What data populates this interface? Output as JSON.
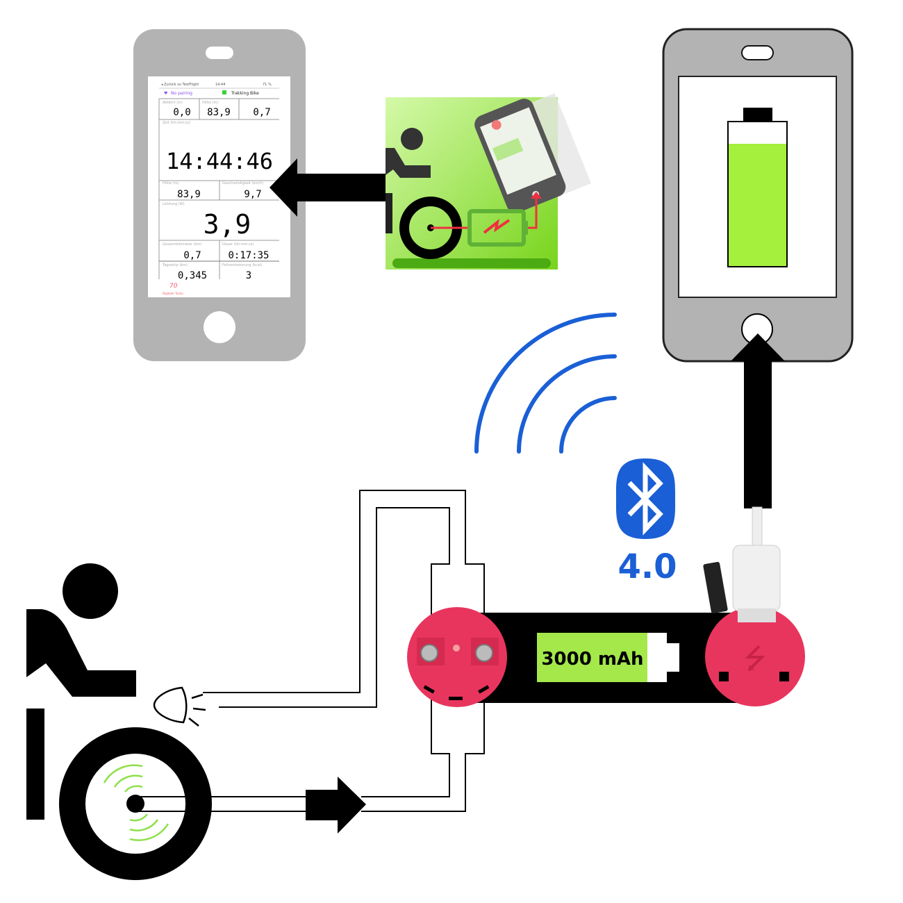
{
  "left_phone": {
    "status_bar": {
      "back": "◂ Zurück zu TestFlight",
      "time": "14:44",
      "battery": "71 %"
    },
    "pairing": "No pairing",
    "bike": "Trakking Bike",
    "row1": {
      "labels": [
        "Abfahrt (m)",
        "Höhe (m)",
        ""
      ],
      "values": [
        "0,0",
        "83,9",
        "0,7"
      ]
    },
    "time_label": "Zeit (hh:mm:ss)",
    "time_value": "14:44:46",
    "row2": {
      "labels": [
        "Höhe (m)",
        "Geschwindigkeit (km/h)"
      ],
      "values": [
        "83,9",
        "9,7"
      ]
    },
    "power_label": "Leistung (W)",
    "power_value": "3,9",
    "row3": {
      "labels": [
        "Gesamtkilometer (km)",
        "Dauer (hh:mm:ss)"
      ],
      "values": [
        "0,7",
        "0:17:35"
      ]
    },
    "row4": {
      "labels": [
        "Tagestrip (km)",
        "Fettverbrennung (kcal)"
      ],
      "values": [
        "0,345",
        "3"
      ]
    },
    "tab_label": "Digitaler Tacho"
  },
  "battery_pack": {
    "capacity": "3000 mAh"
  },
  "bluetooth": {
    "version": "4.0"
  },
  "colors": {
    "accent_blue": "#1a5fd6",
    "green": "#a4e84a",
    "pink": "#e8355e",
    "phone_grey": "#b3b3b3"
  }
}
